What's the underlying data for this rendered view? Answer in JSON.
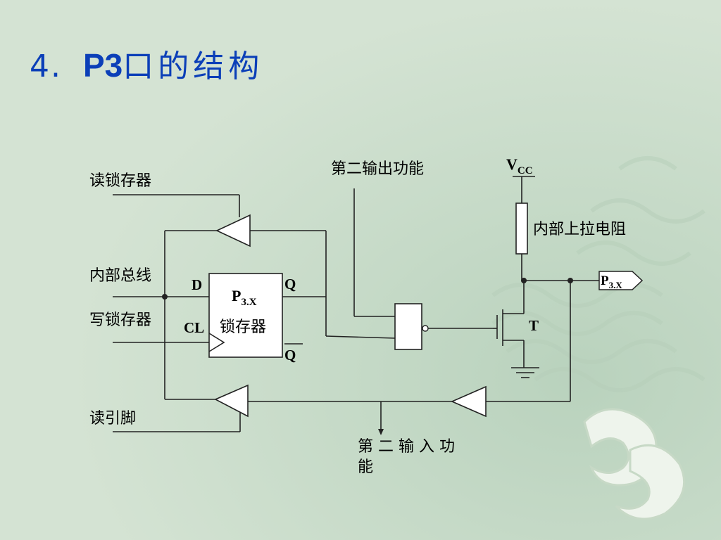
{
  "title": {
    "number": "4.",
    "port": "P3",
    "rest": "口的结构"
  },
  "labels": {
    "read_latch": "读锁存器",
    "internal_bus": "内部总线",
    "write_latch": "写锁存器",
    "read_pin": "读引脚",
    "second_output": "第二输出功能",
    "second_input_line1": "第 二 输 入 功",
    "second_input_line2": "能",
    "pullup": "内部上拉电阻",
    "vcc_main": "V",
    "vcc_sub": "CC",
    "pin_main": "P",
    "pin_sub": "3.X",
    "latch_main": "P",
    "latch_sub": "3.X",
    "latch_text": "锁存器",
    "d": "D",
    "cl": "CL",
    "q": "Q",
    "qbar": "Q",
    "t": "T"
  },
  "colors": {
    "title": "#0b3fb8",
    "background": "#cfe0cf"
  }
}
